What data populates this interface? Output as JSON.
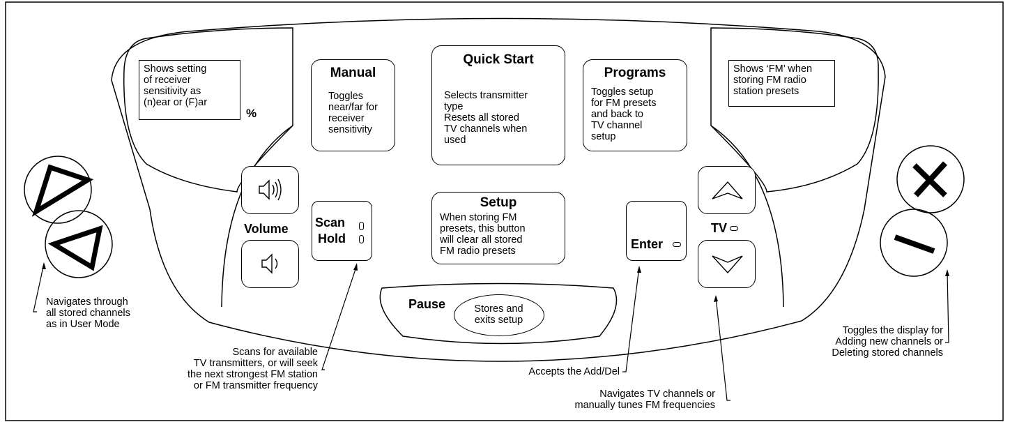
{
  "left_display": {
    "text": [
      "Shows setting",
      "of receiver",
      "sensitivity as",
      "(n)ear or (F)ar"
    ],
    "percent": "%"
  },
  "right_display": {
    "text": [
      "Shows ‘FM’ when",
      "storing FM radio",
      "station presets"
    ]
  },
  "manual": {
    "title": "Manual",
    "desc": [
      "Toggles",
      "near/far for",
      "receiver",
      "sensitivity"
    ]
  },
  "quick_start": {
    "title": "Quick Start",
    "desc": [
      "Selects transmitter",
      "type",
      "Resets all stored",
      "TV channels when",
      "used"
    ]
  },
  "programs": {
    "title": "Programs",
    "desc": [
      "Toggles setup",
      "for FM presets",
      "and back to",
      "TV channel",
      "setup"
    ]
  },
  "setup": {
    "title": "Setup",
    "desc": [
      "When storing FM",
      "presets, this button",
      "will clear all stored",
      "FM radio presets"
    ]
  },
  "volume": {
    "label": "Volume"
  },
  "scan_hold": {
    "line1": "Scan",
    "line2": "Hold"
  },
  "enter": {
    "label": "Enter"
  },
  "tv": {
    "label": "TV"
  },
  "pause": {
    "label": "Pause",
    "desc": [
      "Stores and",
      "exits setup"
    ]
  },
  "annotations": {
    "navigate": [
      "Navigates through",
      "all stored channels",
      "as in User Mode"
    ],
    "scan": [
      "Scans for available",
      "TV transmitters, or will seek",
      "the next strongest FM station",
      "or FM transmitter frequency"
    ],
    "enter": [
      "Accepts the Add/Del"
    ],
    "tv": [
      "Navigates TV channels or",
      "manually tunes FM frequencies"
    ],
    "plusminus": [
      "Toggles the display for",
      "Adding new channels or",
      "Deleting stored channels"
    ]
  }
}
